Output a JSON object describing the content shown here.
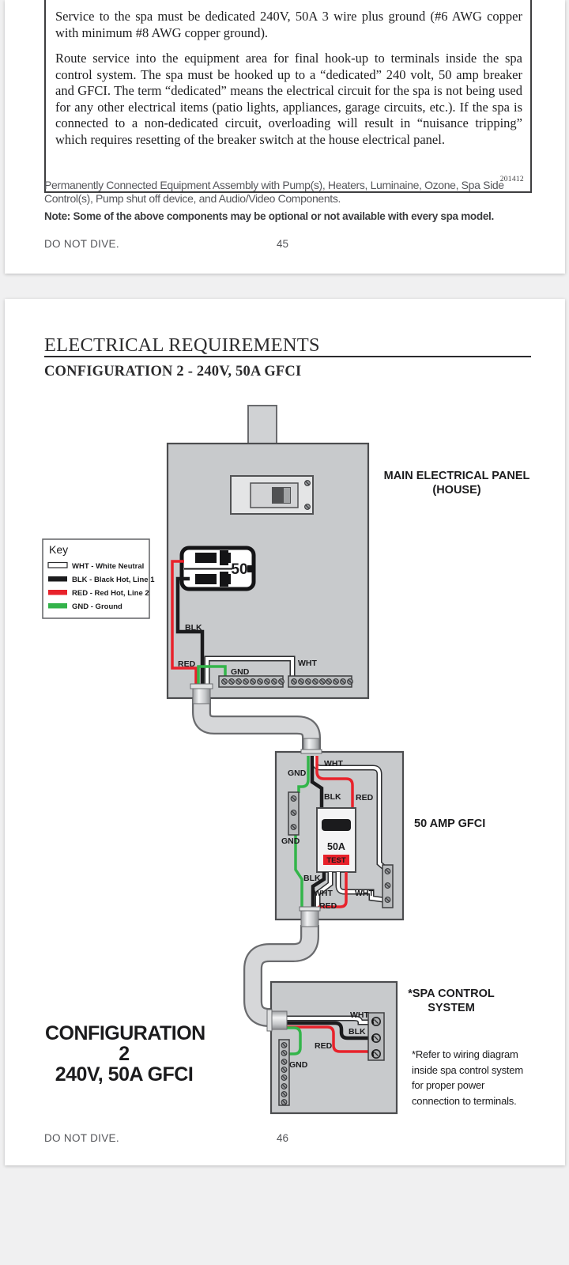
{
  "page1": {
    "notice_box": {
      "para1": "Service to the spa must be dedicated 240V, 50A 3 wire plus ground (#6 AWG copper with minimum #8 AWG copper ground).",
      "para2": "Route service into the equipment area for final hook-up to terminals inside the spa control system. The spa must be hooked up to a “dedicated” 240 volt, 50 amp breaker and GFCI. The term “dedicated” means the electrical circuit for the spa is not being used for any other electrical items (patio lights, appliances, garage circuits, etc.). If the spa is connected to a non-dedicated circuit, overloading will result in “nuisance tripping” which requires resetting of the breaker switch at the house electrical panel.",
      "code": "201412"
    },
    "equipment_text": "Permanently Connected Equipment Assembly with Pump(s), Heaters, Luminaine, Ozone, Spa Side Control(s), Pump shut off device, and Audio/Video Components.",
    "note_text": "Note: Some of the above components may be optional or not available with every spa model.",
    "footer_left": "DO NOT DIVE.",
    "page_number": "45"
  },
  "page2": {
    "title": "ELECTRICAL REQUIREMENTS",
    "subtitle": "CONFIGURATION 2 - 240V, 50A GFCI",
    "config_title": {
      "line1": "CONFIGURATION 2",
      "line2": "240V, 50A GFCI"
    },
    "footer_left": "DO NOT DIVE.",
    "page_number": "46",
    "diagram": {
      "key": {
        "title": "Key",
        "items": [
          {
            "code": "WHT",
            "label": "WHT - White Neutral",
            "color": "#ffffff"
          },
          {
            "code": "BLK",
            "label": "BLK - Black Hot, Line 1",
            "color": "#1b1b1d"
          },
          {
            "code": "RED",
            "label": "RED - Red Hot, Line 2",
            "color": "#e8222b"
          },
          {
            "code": "GND",
            "label": "GND - Ground",
            "color": "#33b34a"
          }
        ]
      },
      "labels": {
        "main_panel_line1": "MAIN ELECTRICAL PANEL",
        "main_panel_line2": "(HOUSE)",
        "gfci": "50 AMP GFCI",
        "spa_line1": "*SPA CONTROL",
        "spa_line2": "SYSTEM",
        "refer_lines": [
          "*Refer to wiring diagram",
          "inside spa control system",
          "for proper power",
          "connection to terminals."
        ],
        "breaker_rating": "50",
        "gfci_breaker_rating": "50A",
        "test_button": "TEST"
      },
      "wire_labels": {
        "wht": "WHT",
        "blk": "BLK",
        "red": "RED",
        "gnd": "GND"
      },
      "colors": {
        "wire_red": "#e8222b",
        "wire_green": "#33b34a",
        "wire_black": "#1b1b1d",
        "wire_white": "#ffffff",
        "panel_fill": "#c8cacc",
        "panel_stroke": "#4c4d4f",
        "conduit_fill": "#d6d7d9",
        "conduit_edge": "#6a6b6e",
        "test_button_fill": "#e8222b"
      }
    }
  }
}
